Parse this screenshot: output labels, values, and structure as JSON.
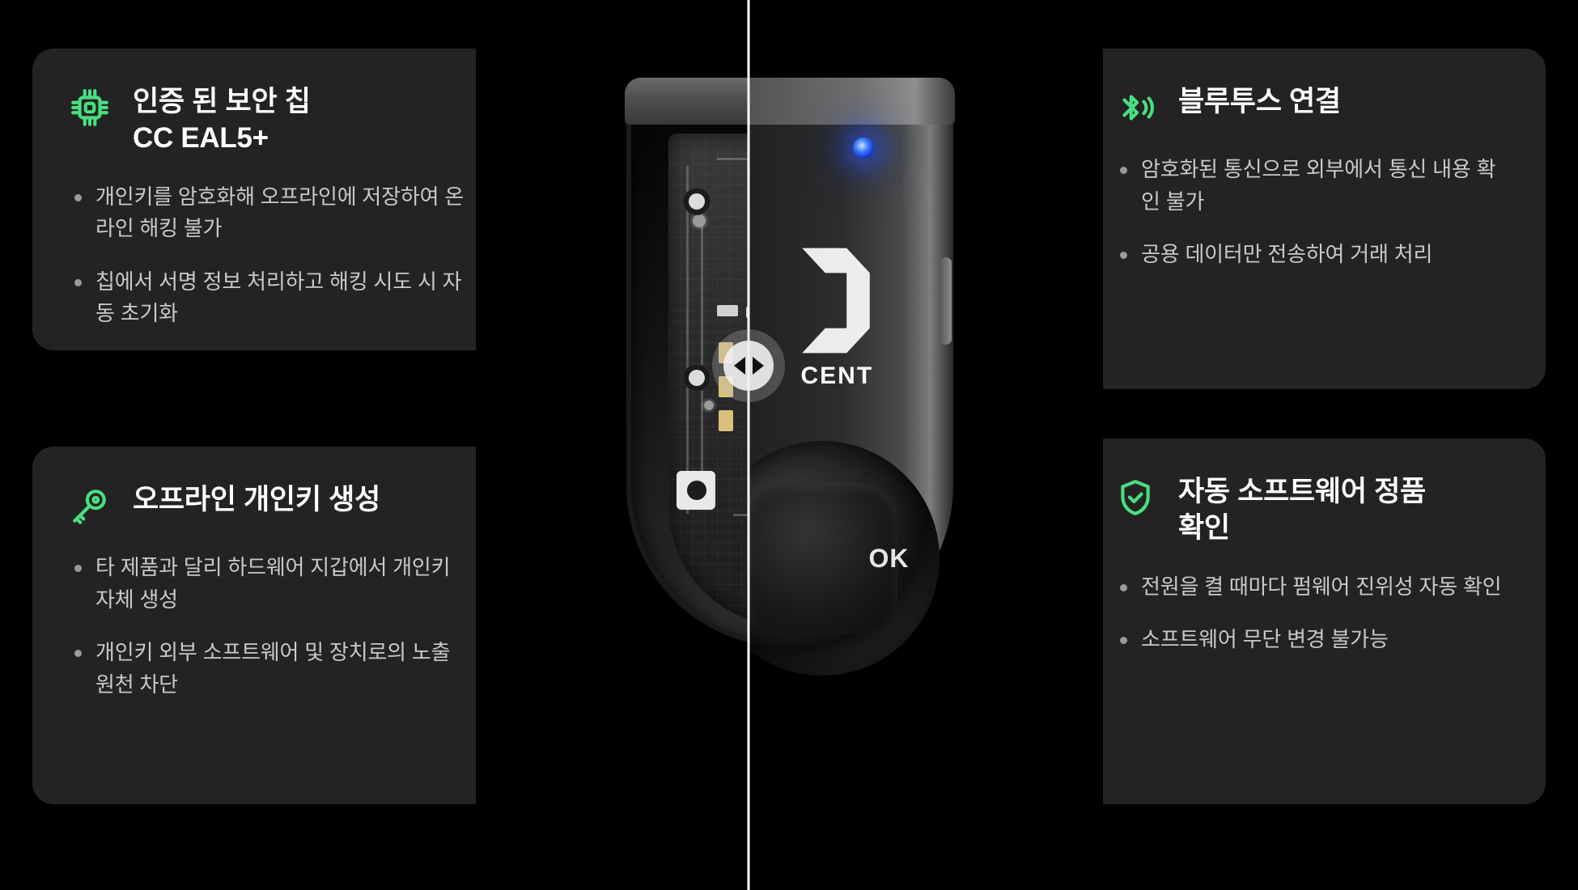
{
  "theme": {
    "page_bg": "#000000",
    "card_bg": "#232323",
    "accent_green": "#4ade80",
    "title_color": "#ffffff",
    "body_color": "#c9c9c9",
    "led_blue": "#2456ff"
  },
  "cards": [
    {
      "position": "top-left",
      "icon": "chip-icon",
      "title": "인증 된 보안 칩\nCC EAL5+",
      "title_line1": "인증 된 보안 칩",
      "title_line2": "CC EAL5+",
      "bullets": [
        "개인키를 암호화해 오프라인에 저장하여 온라인 해킹 불가",
        "칩에서 서명 정보 처리하고 해킹 시도 시 자동 초기화"
      ]
    },
    {
      "position": "bottom-left",
      "icon": "key-icon",
      "title_line1": "오프라인 개인키 생성",
      "title_line2": "",
      "bullets": [
        "타 제품과 달리 하드웨어 지갑에서 개인키 자체 생성",
        "개인키 외부 소프트웨어 및 장치로의 노출 원천 차단"
      ]
    },
    {
      "position": "top-right",
      "icon": "bluetooth-icon",
      "title_line1": "블루투스 연결",
      "title_line2": "",
      "bullets": [
        "암호화된 통신으로 외부에서 통신 내용 확인 불가",
        "공용 데이터만 전송하여 거래 처리"
      ]
    },
    {
      "position": "bottom-right",
      "icon": "shield-check-icon",
      "title_line1": "자동 소프트웨어 정품",
      "title_line2": "확인",
      "bullets": [
        "전원을 켤 때마다 펌웨어 진위성 자동 확인",
        "소프트웨어 무단 변경 불가능"
      ]
    }
  ],
  "viewer": {
    "name": "before-after-comparison-slider",
    "divider_position_percent": 43.5,
    "left_pane_label": "internal-xray-view",
    "right_pane_label": "exterior-product-view",
    "device_logo_text": "CENT",
    "device_button_label": "OK",
    "handle_left_arrow": "◀",
    "handle_right_arrow": "▶"
  }
}
